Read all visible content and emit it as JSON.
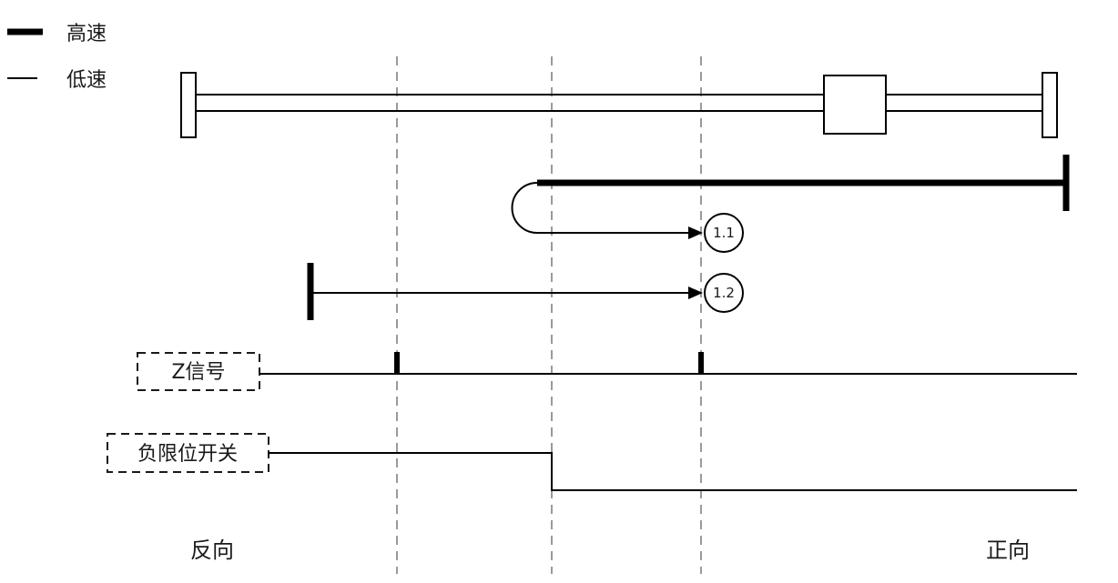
{
  "diagram": {
    "legend": {
      "high_speed_label": "高速",
      "low_speed_label": "低速"
    },
    "steps": {
      "step_1_1": "1.1",
      "step_1_2": "1.2"
    },
    "signals": {
      "z_signal_label": "Z信号",
      "negative_limit_label": "负限位开关"
    },
    "directions": {
      "reverse_label": "反向",
      "forward_label": "正向"
    },
    "colors": {
      "line": "#000000",
      "dashed_guide": "#9a9a9a",
      "text": "#1a1a1a",
      "background": "#ffffff"
    }
  }
}
